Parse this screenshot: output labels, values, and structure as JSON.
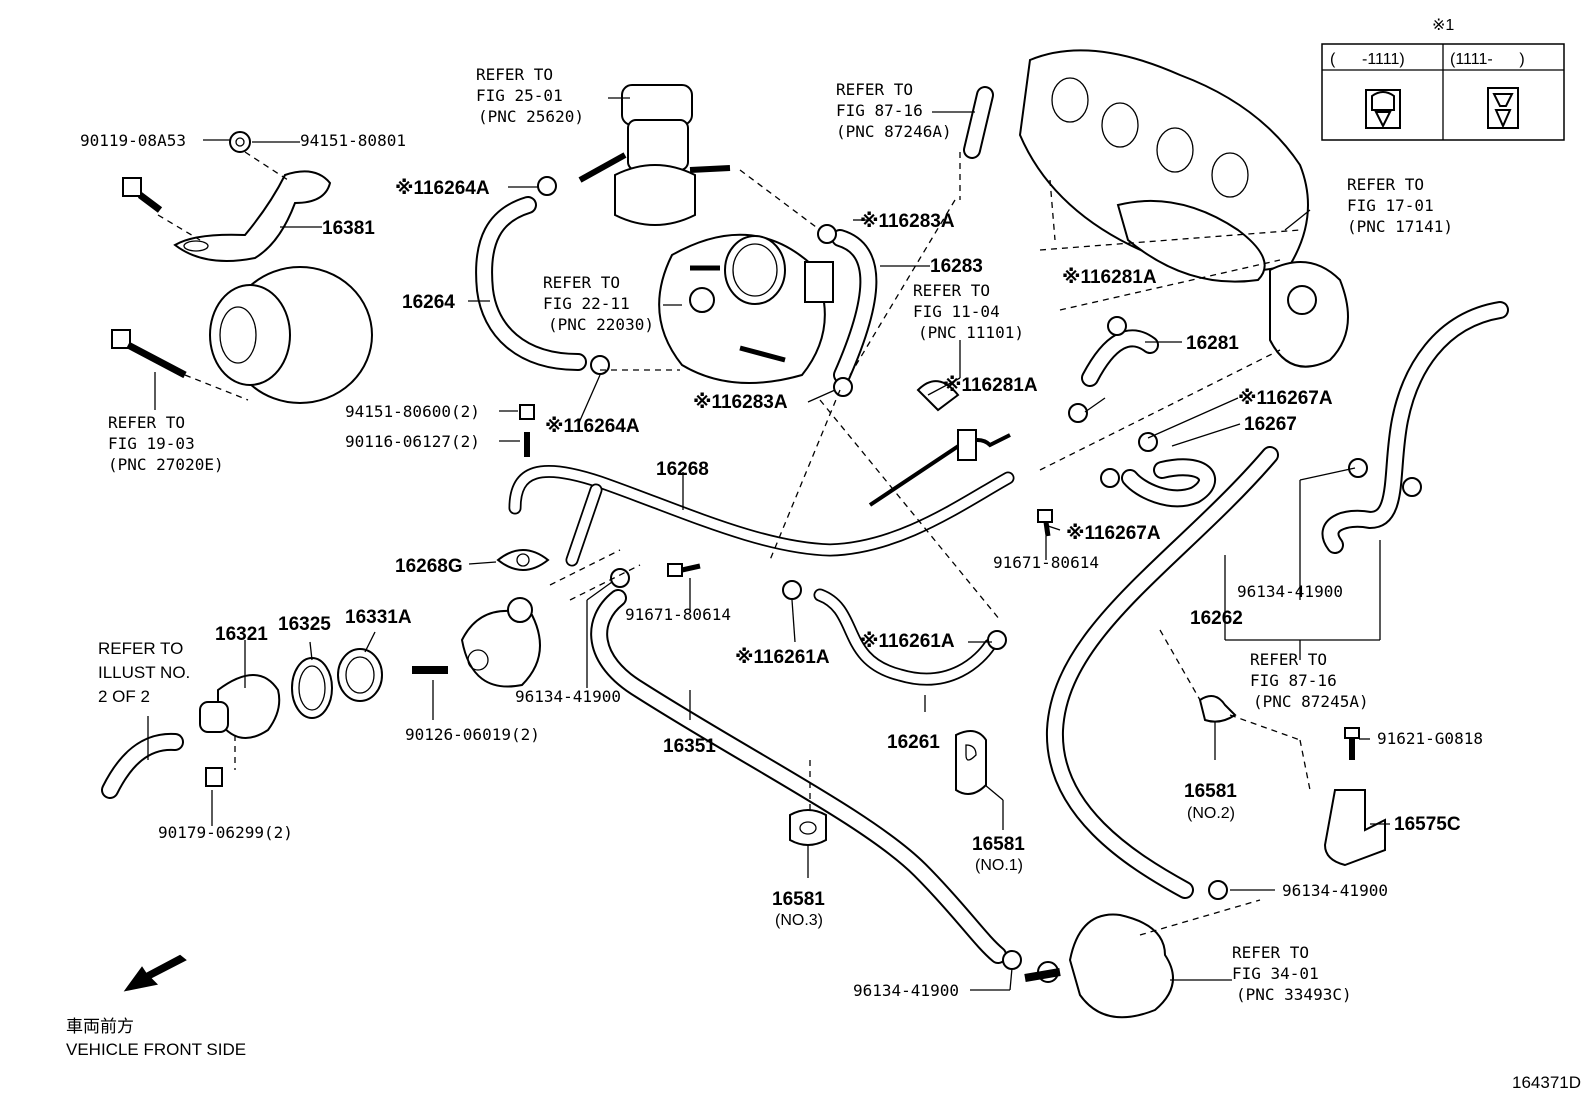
{
  "diagram_id": "164371D",
  "legend": {
    "mark": "※1",
    "col1": "(      -1111)",
    "col2": "(1111-      )"
  },
  "direction": {
    "line1": "車両前方",
    "line2": "VEHICLE FRONT SIDE"
  },
  "refs": {
    "fig25": [
      "REFER TO",
      "FIG 25-01",
      "(PNC 25620)"
    ],
    "fig87a": [
      "REFER TO",
      "FIG 87-16",
      "(PNC 87246A)"
    ],
    "fig17": [
      "REFER TO",
      "FIG 17-01",
      "(PNC 17141)"
    ],
    "fig22": [
      "REFER TO",
      "FIG 22-11",
      "(PNC 22030)"
    ],
    "fig11": [
      "REFER TO",
      "FIG 11-04",
      "(PNC 11101)"
    ],
    "fig19": [
      "REFER TO",
      "FIG 19-03",
      "(PNC 27020E)"
    ],
    "illust": [
      "REFER TO",
      "ILLUST NO.",
      "2 OF 2"
    ],
    "fig87b": [
      "REFER TO",
      "FIG 87-16",
      "(PNC 87245A)"
    ],
    "fig34": [
      "REFER TO",
      "FIG 34-01",
      "(PNC 33493C)"
    ]
  },
  "parts": {
    "p90119": "90119-08A53",
    "p94151a": "94151-80801",
    "p16381": "16381",
    "p16264Aa": "※116264A",
    "p16264": "16264",
    "p16283Aa": "※116283A",
    "p16283": "16283",
    "p16281Aa": "※116281A",
    "p16281": "16281",
    "p16281Ab": "※116281A",
    "p16283Ab": "※116283A",
    "p94151b": "94151-80600(2)",
    "p90116": "90116-06127(2)",
    "p16264Ab": "※116264A",
    "p16267Aa": "※116267A",
    "p16267": "16267",
    "p16268": "16268",
    "p16268G": "16268G",
    "p16267Ab": "※116267A",
    "p91671a": "91671-80614",
    "p91671b": "91671-80614",
    "p96134a": "96134-41900",
    "p16262": "16262",
    "p16321": "16321",
    "p16325": "16325",
    "p16331A": "16331A",
    "p16261Aa": "※116261A",
    "p16261Ab": "※116261A",
    "p96134b": "96134-41900",
    "p90126": "90126-06019(2)",
    "p16351": "16351",
    "p16261": "16261",
    "p91621": "91621-G0818",
    "p16581a": "16581",
    "p16581a_sub": "(NO.2)",
    "p16575C": "16575C",
    "p16581b": "16581",
    "p16581b_sub": "(NO.1)",
    "p90179": "90179-06299(2)",
    "p16581c": "16581",
    "p16581c_sub": "(NO.3)",
    "p96134c": "96134-41900",
    "p96134d": "96134-41900"
  }
}
